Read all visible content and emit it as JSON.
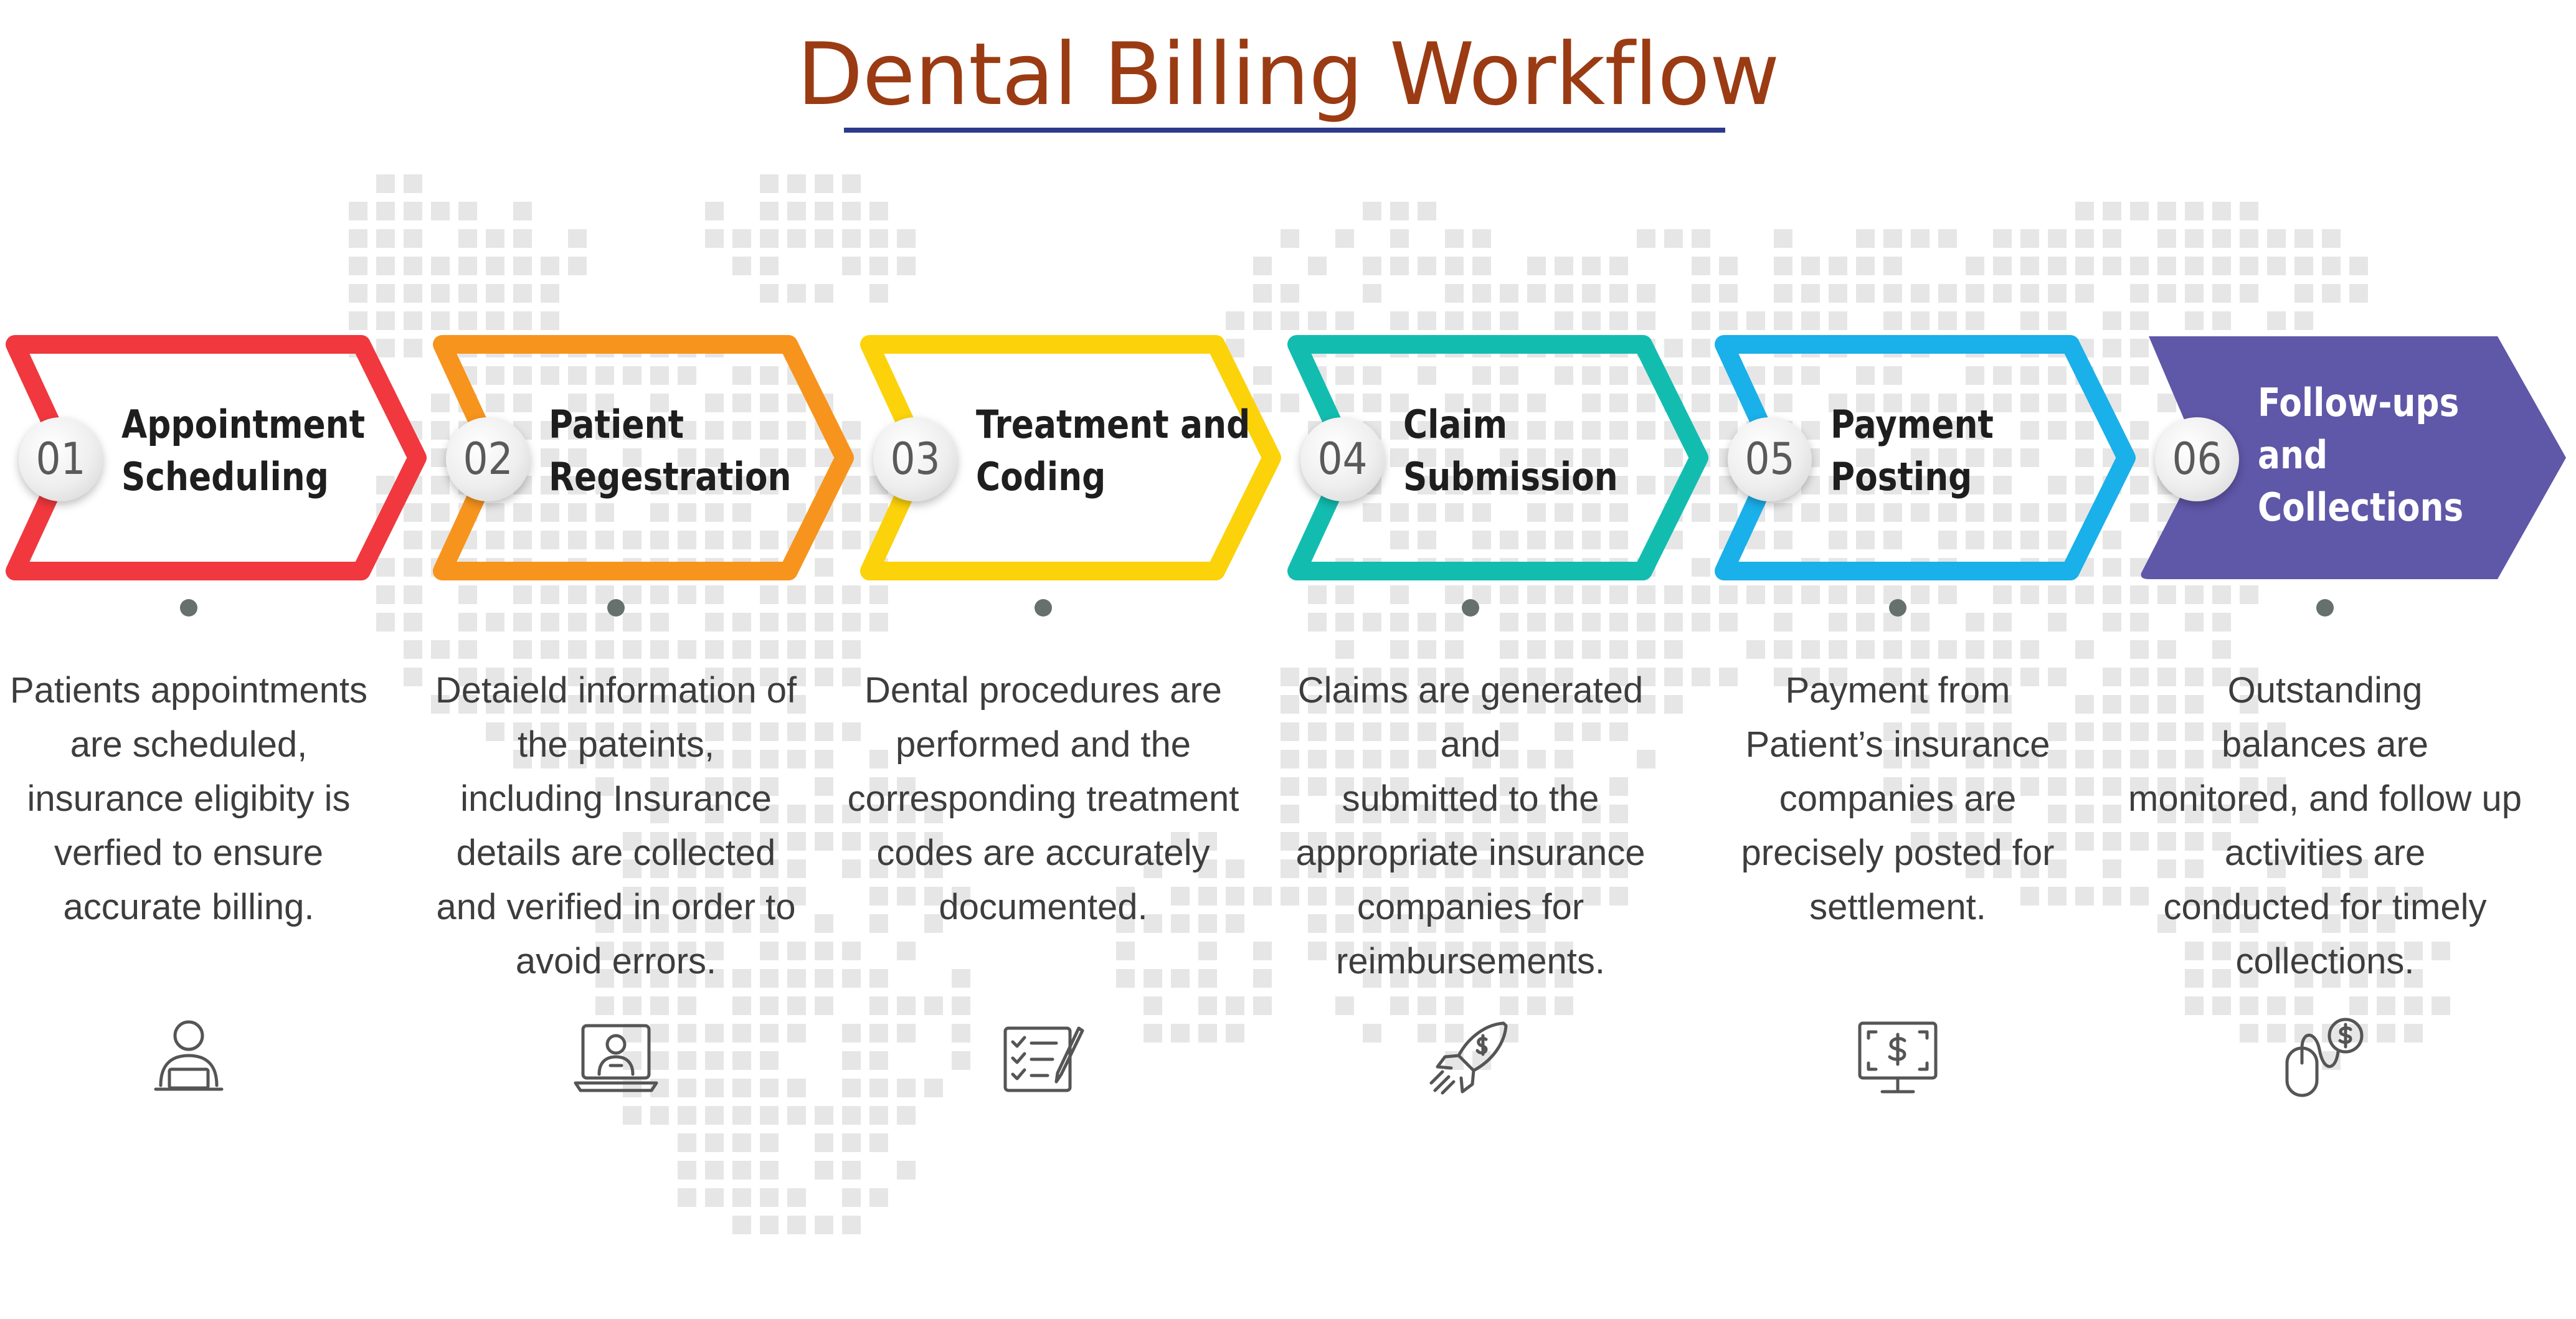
{
  "title": "Dental Billing Workflow",
  "colors": {
    "title": "#9b3b13",
    "title_rule": "#2d3a8c",
    "map_dots": "#e6e6e6"
  },
  "steps": [
    {
      "number": "01",
      "heading": [
        "Appointment",
        "Scheduling"
      ],
      "color": "#f0383e",
      "description": "Patients appointments\nare scheduled,\ninsurance eligibity is\nverfied to ensure\naccurate billing.",
      "icon": "user-at-laptop-icon"
    },
    {
      "number": "02",
      "heading": [
        "Patient",
        "Regestration"
      ],
      "color": "#f7941d",
      "description": "Detaield information of\nthe pateints,\nincluding Insurance\ndetails are collected\nand verified in order to\navoid errors.",
      "icon": "user-on-screen-icon"
    },
    {
      "number": "03",
      "heading": [
        "Treatment and",
        "Coding"
      ],
      "color": "#fcd20a",
      "description": "Dental procedures are\nperformed and the\ncorresponding treatment\ncodes are accurately\ndocumented.",
      "icon": "checklist-pen-icon"
    },
    {
      "number": "04",
      "heading": [
        "Claim",
        "Submission"
      ],
      "color": "#12bdb0",
      "description": "Claims are generated and\nsubmitted to the\nappropriate insurance\ncompanies for\nreimbursements.",
      "icon": "dollar-rocket-icon"
    },
    {
      "number": "05",
      "heading": [
        "Payment",
        "Posting"
      ],
      "color": "#1ab0ea",
      "description": "Payment from\nPatient’s  insurance\ncompanies are\nprecisely posted for\nsettlement.",
      "icon": "dollar-monitor-icon"
    },
    {
      "number": "06",
      "heading": [
        "Follow-ups",
        "and",
        "Collections"
      ],
      "color": "#5f57a8",
      "description": "Outstanding\nbalances are\nmonitored, and follow up\nactivities are\nconducted for timely\ncollections.",
      "icon": "mouse-dollar-icon"
    }
  ]
}
